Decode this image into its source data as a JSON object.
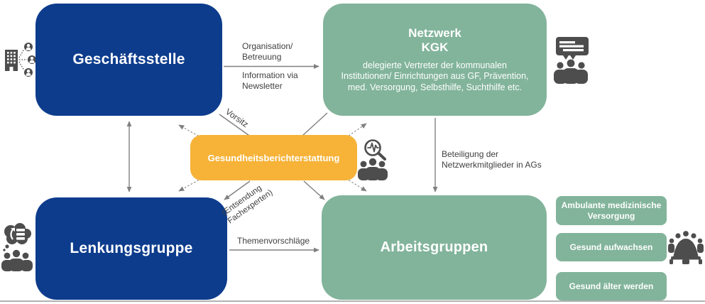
{
  "colors": {
    "box_blue": "#0d3c8d",
    "box_green": "#82b49b",
    "box_orange": "#f6b338",
    "connector_gray": "#808080",
    "label_text": "#3f3f3f",
    "icon_gray": "#4d4d4d"
  },
  "boxes": {
    "geschaeftsstelle": {
      "label": "Geschäftsstelle"
    },
    "netzwerk": {
      "title": "Netzwerk\nKGK",
      "subtitle": "delegierte Vertreter der kommunalen\nInstitutionen/ Einrichtungen aus GF, Prävention,\nmed. Versorgung, Selbsthilfe, Suchthilfe etc."
    },
    "gesundheitsberichterstattung": {
      "label": "Gesundheitsberichterstattung"
    },
    "lenkungsgruppe": {
      "label": "Lenkungsgruppe"
    },
    "arbeitsgruppen": {
      "label": "Arbeitsgruppen"
    },
    "ag_items": [
      {
        "label": "Ambulante medizinische\nVersorgung"
      },
      {
        "label": "Gesund aufwachsen"
      },
      {
        "label": "Gesund älter werden"
      }
    ]
  },
  "edge_labels": {
    "organisation": "Organisation/\nBetreuung",
    "information": "Information via\nNewsletter",
    "vorsitz": "Vorsitz",
    "beteiligung": "Beteiligung der\nNetzwerkmitglieder in AGs",
    "entsendung": "(Entsendung\nFachexperten)",
    "themenvorschlaege": "Themenvorschläge"
  },
  "icons": {
    "geschaeftsstelle": "building-people-network-icon",
    "netzwerk": "presentation-audience-icon",
    "gesundheitsberichterstattung": "health-report-analysis-icon",
    "lenkungsgruppe": "committee-discussion-icon",
    "arbeitsgruppen": "working-group-table-icon"
  }
}
